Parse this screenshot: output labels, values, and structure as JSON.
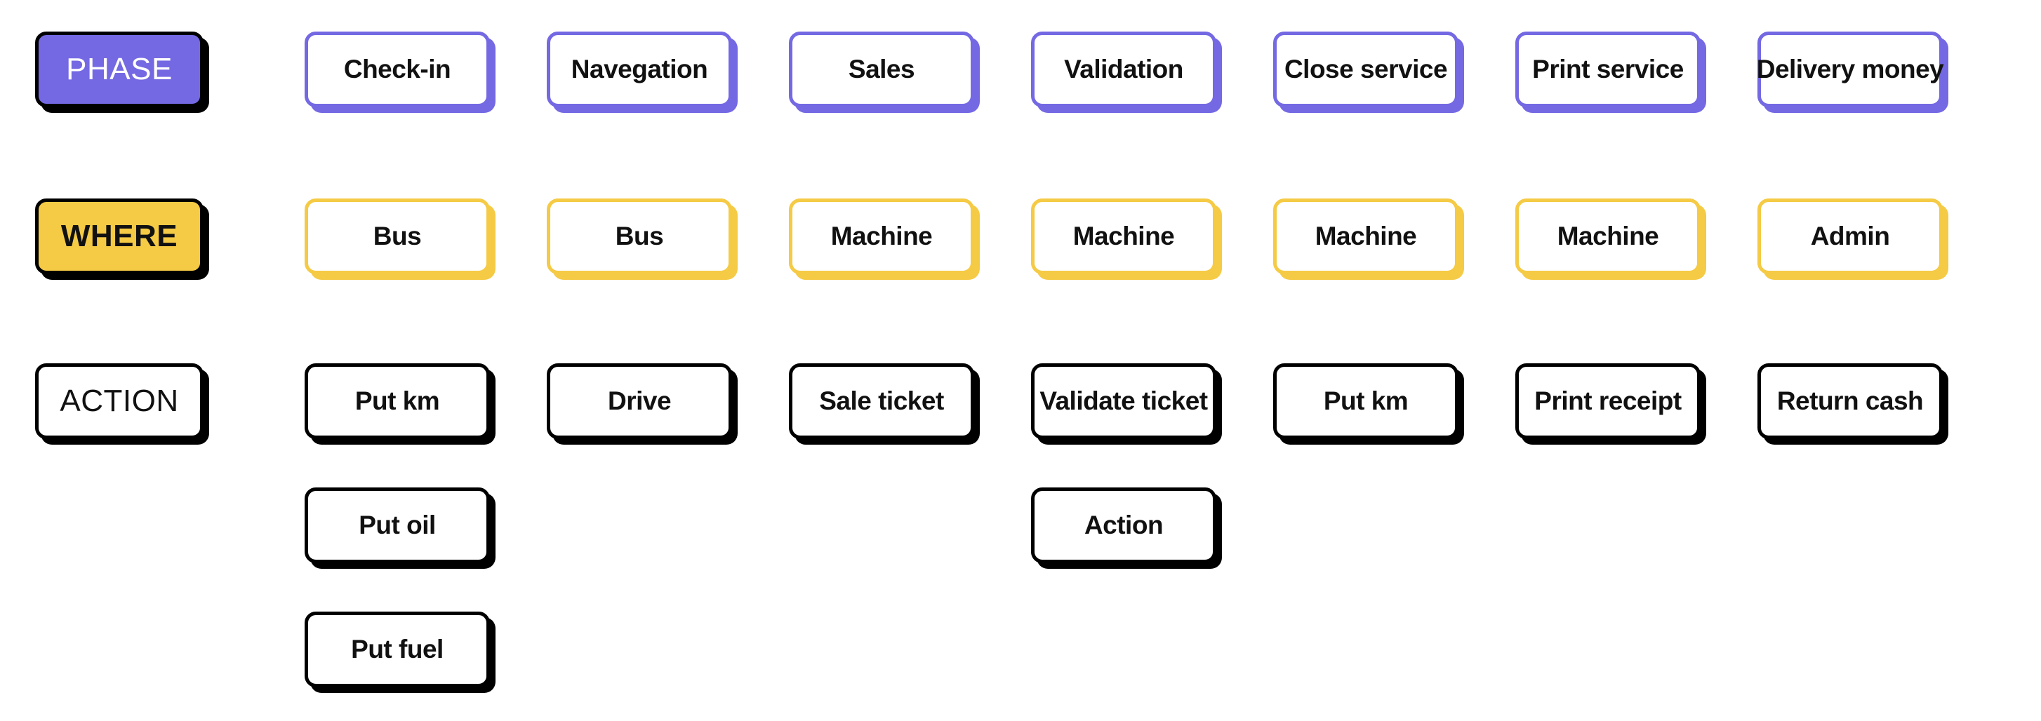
{
  "colors": {
    "phase": "#7469e3",
    "where": "#f5ca45",
    "action": "#000000",
    "card_background": "#ffffff",
    "phase_label_text": "#ffffff",
    "where_label_text": "#111111",
    "action_label_text": "#111111"
  },
  "rows": {
    "phase": {
      "label": "PHASE",
      "items": [
        "Check-in",
        "Navegation",
        "Sales",
        "Validation",
        "Close service",
        "Print service",
        "Delivery money"
      ]
    },
    "where": {
      "label": "WHERE",
      "items": [
        "Bus",
        "Bus",
        "Machine",
        "Machine",
        "Machine",
        "Machine",
        "Admin"
      ]
    },
    "action": {
      "label": "ACTION",
      "columns": [
        [
          "Put km",
          "Put oil",
          "Put fuel"
        ],
        [
          "Drive"
        ],
        [
          "Sale ticket"
        ],
        [
          "Validate ticket",
          "Action"
        ],
        [
          "Put km"
        ],
        [
          "Print receipt"
        ],
        [
          "Return cash"
        ]
      ]
    }
  }
}
